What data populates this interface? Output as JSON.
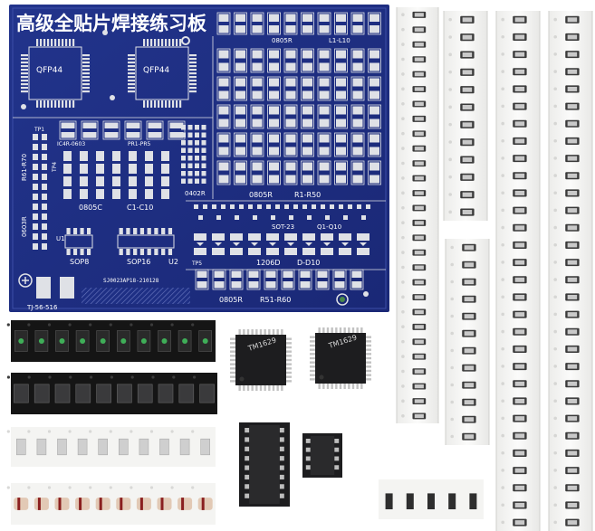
{
  "pcb": {
    "title": "高级全贴片焊接练习板",
    "labels": {
      "qfp_left": "QFP44",
      "qfp_right": "QFP44",
      "c0805": "0805C",
      "c_range": "C1-C10",
      "r0402": "0402R",
      "r0805": "0805R",
      "r_range": "R1-R50",
      "sot23": "SOT-23",
      "q_range": "Q1-Q10",
      "d1206": "1206D",
      "d_range": "D-D10",
      "r0805b": "0805R",
      "r_range2": "R51-R60",
      "sop8": "SOP8",
      "sop16": "SOP16",
      "u2": "U2",
      "u1": "U1",
      "r0603": "0603R",
      "r61": "R61-R70",
      "tp1": "TP1",
      "tp4": "TP4",
      "tp5": "TP5",
      "r0805_top": "0805R",
      "l_range": "L1-L10",
      "tj": "TJ-56-516",
      "serial": "SJ0023AP18-210128",
      "pr": "PR1-PR5",
      "ic1206": "IC4R-0603"
    }
  },
  "chips": {
    "tm1629_a_brand": "TM1629",
    "tm1629_b_brand": "TM1629"
  },
  "colors": {
    "pcb_blue": "#1c2c82",
    "pad_silver": "#dfe1e6",
    "tape_white": "#f6f6f4",
    "chip_black": "#1d1d1f"
  }
}
